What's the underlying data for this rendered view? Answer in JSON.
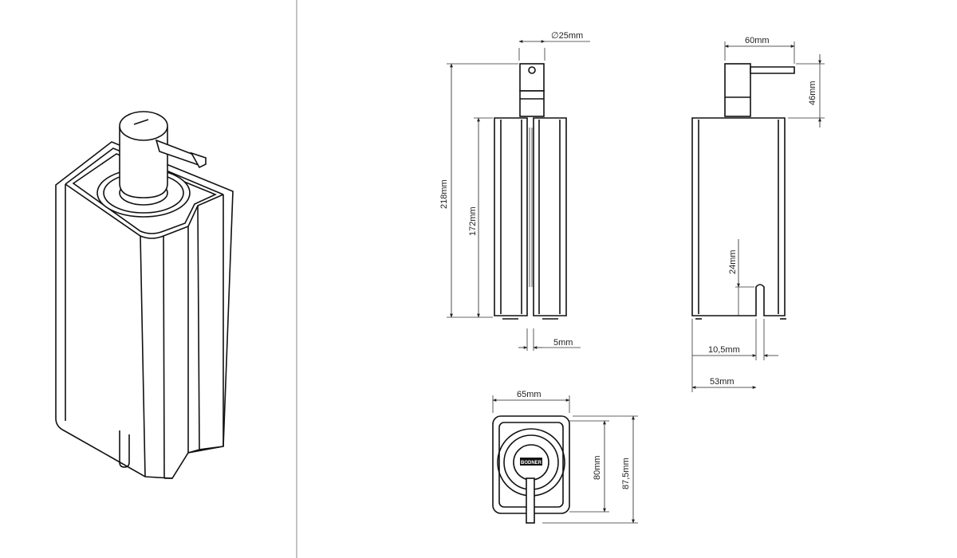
{
  "drawing": {
    "divider_color": "#8a8a8a",
    "line_color": "#222222",
    "logo_text": "BODNER"
  },
  "dimensions": {
    "pump_diameter": "∅25mm",
    "total_height": "218mm",
    "body_height": "172mm",
    "gap_width": "5mm",
    "spout_length": "60mm",
    "pump_height": "46mm",
    "slot_height": "24mm",
    "slot_width": "10,5mm",
    "side_depth": "53mm",
    "top_width": "65mm",
    "top_depth_inner": "80mm",
    "top_depth_outer": "87,5mm"
  }
}
